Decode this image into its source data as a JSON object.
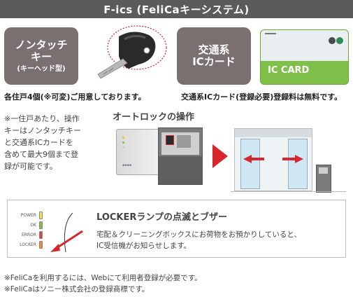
{
  "header": {
    "title": "F-ics (FeliCaキーシステム)"
  },
  "badge_key": {
    "line1": "ノンタッチ",
    "line2": "キー",
    "sub": "(キーヘッド型)"
  },
  "badge_ic": {
    "line1": "交通系",
    "line2": "ICカード"
  },
  "ic_card": {
    "label": "IC CARD"
  },
  "captions": {
    "left": "各住戸4個(※可変)ご用意しております。",
    "right": "交通系ICカード(登録必要)登録料は無料です。"
  },
  "side_note": {
    "lines": [
      "※一住戸あたり、操作",
      "キーはノンタッチキー",
      "と交通系ICカードを",
      "含めて最大9個まで登",
      "録が可能です。"
    ]
  },
  "autolock": {
    "title": "オートロックの操作"
  },
  "locker": {
    "title": "LOCKERランプの点滅とブザー",
    "desc_line1": "宅配＆クリーニングボックスにお荷物をお預かりしていると、",
    "desc_line2": "IC受信機がお知らせします。",
    "leds": [
      {
        "label": "POWER",
        "color": "#f2e34a"
      },
      {
        "label": "OK",
        "color": "#7dbf4a"
      },
      {
        "label": "ERROR",
        "color": "#d9453f"
      },
      {
        "label": "LOCKER",
        "color": "#f08a2e"
      }
    ]
  },
  "footnotes": {
    "line1": "※FeliCaを利用するには、Webにて利用者登録が必要です。",
    "line2": "※FeliCaはソニー株式会社の登録商標です。"
  },
  "colors": {
    "title_bg": "#5b5b5b",
    "badge_bg": "#7a7070",
    "ic_card": "#7fbf4a",
    "arrow_red": "#d7262d"
  }
}
